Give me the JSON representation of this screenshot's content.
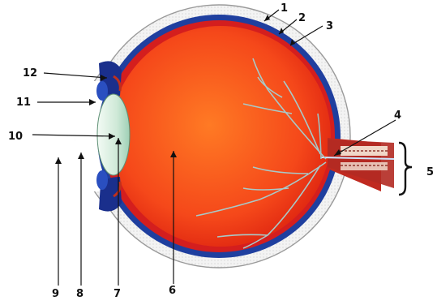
{
  "labels": {
    "l1": "1",
    "l2": "2",
    "l3": "3",
    "l4": "4",
    "l5": "5",
    "l6": "6",
    "l7": "7",
    "l8": "8",
    "l9": "9",
    "l10": "10",
    "l11": "11",
    "l12": "12"
  },
  "colors": {
    "sclera": "#f1f1f1",
    "choroid": "#1f3f9f",
    "retina": "#d41e1e",
    "vitreous_center": "#ff5a1f",
    "vitreous_edge": "#e82a10",
    "lens": "#cfe9d7",
    "vessels": "#a8c9c8"
  }
}
